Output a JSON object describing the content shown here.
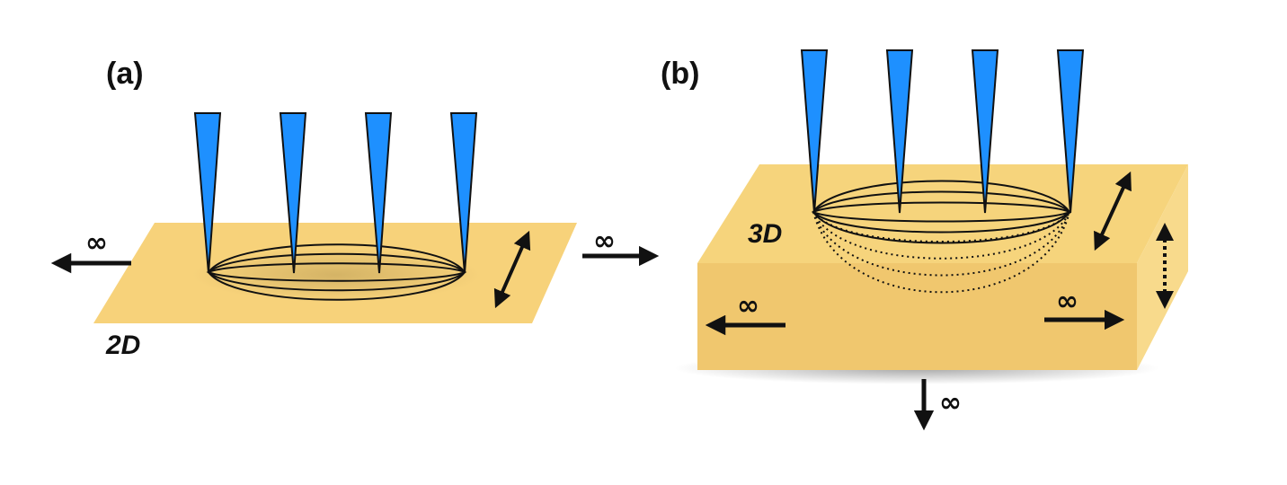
{
  "panels": {
    "a": {
      "label": "(a)",
      "dimension": "2D",
      "infinity_marks": [
        "∞",
        "∞"
      ]
    },
    "b": {
      "label": "(b)",
      "dimension": "3D",
      "infinity_marks": [
        "∞",
        "∞",
        "∞"
      ]
    }
  },
  "colors": {
    "probe": "#1e90ff",
    "sheet": "#f7d27a",
    "block_front": "#f0c76e",
    "block_top": "#f6d47c",
    "block_side": "#f8da8c",
    "line": "#111111"
  },
  "icons": [
    "probe-tip",
    "double-arrow",
    "dashed-double-arrow",
    "arrow"
  ]
}
